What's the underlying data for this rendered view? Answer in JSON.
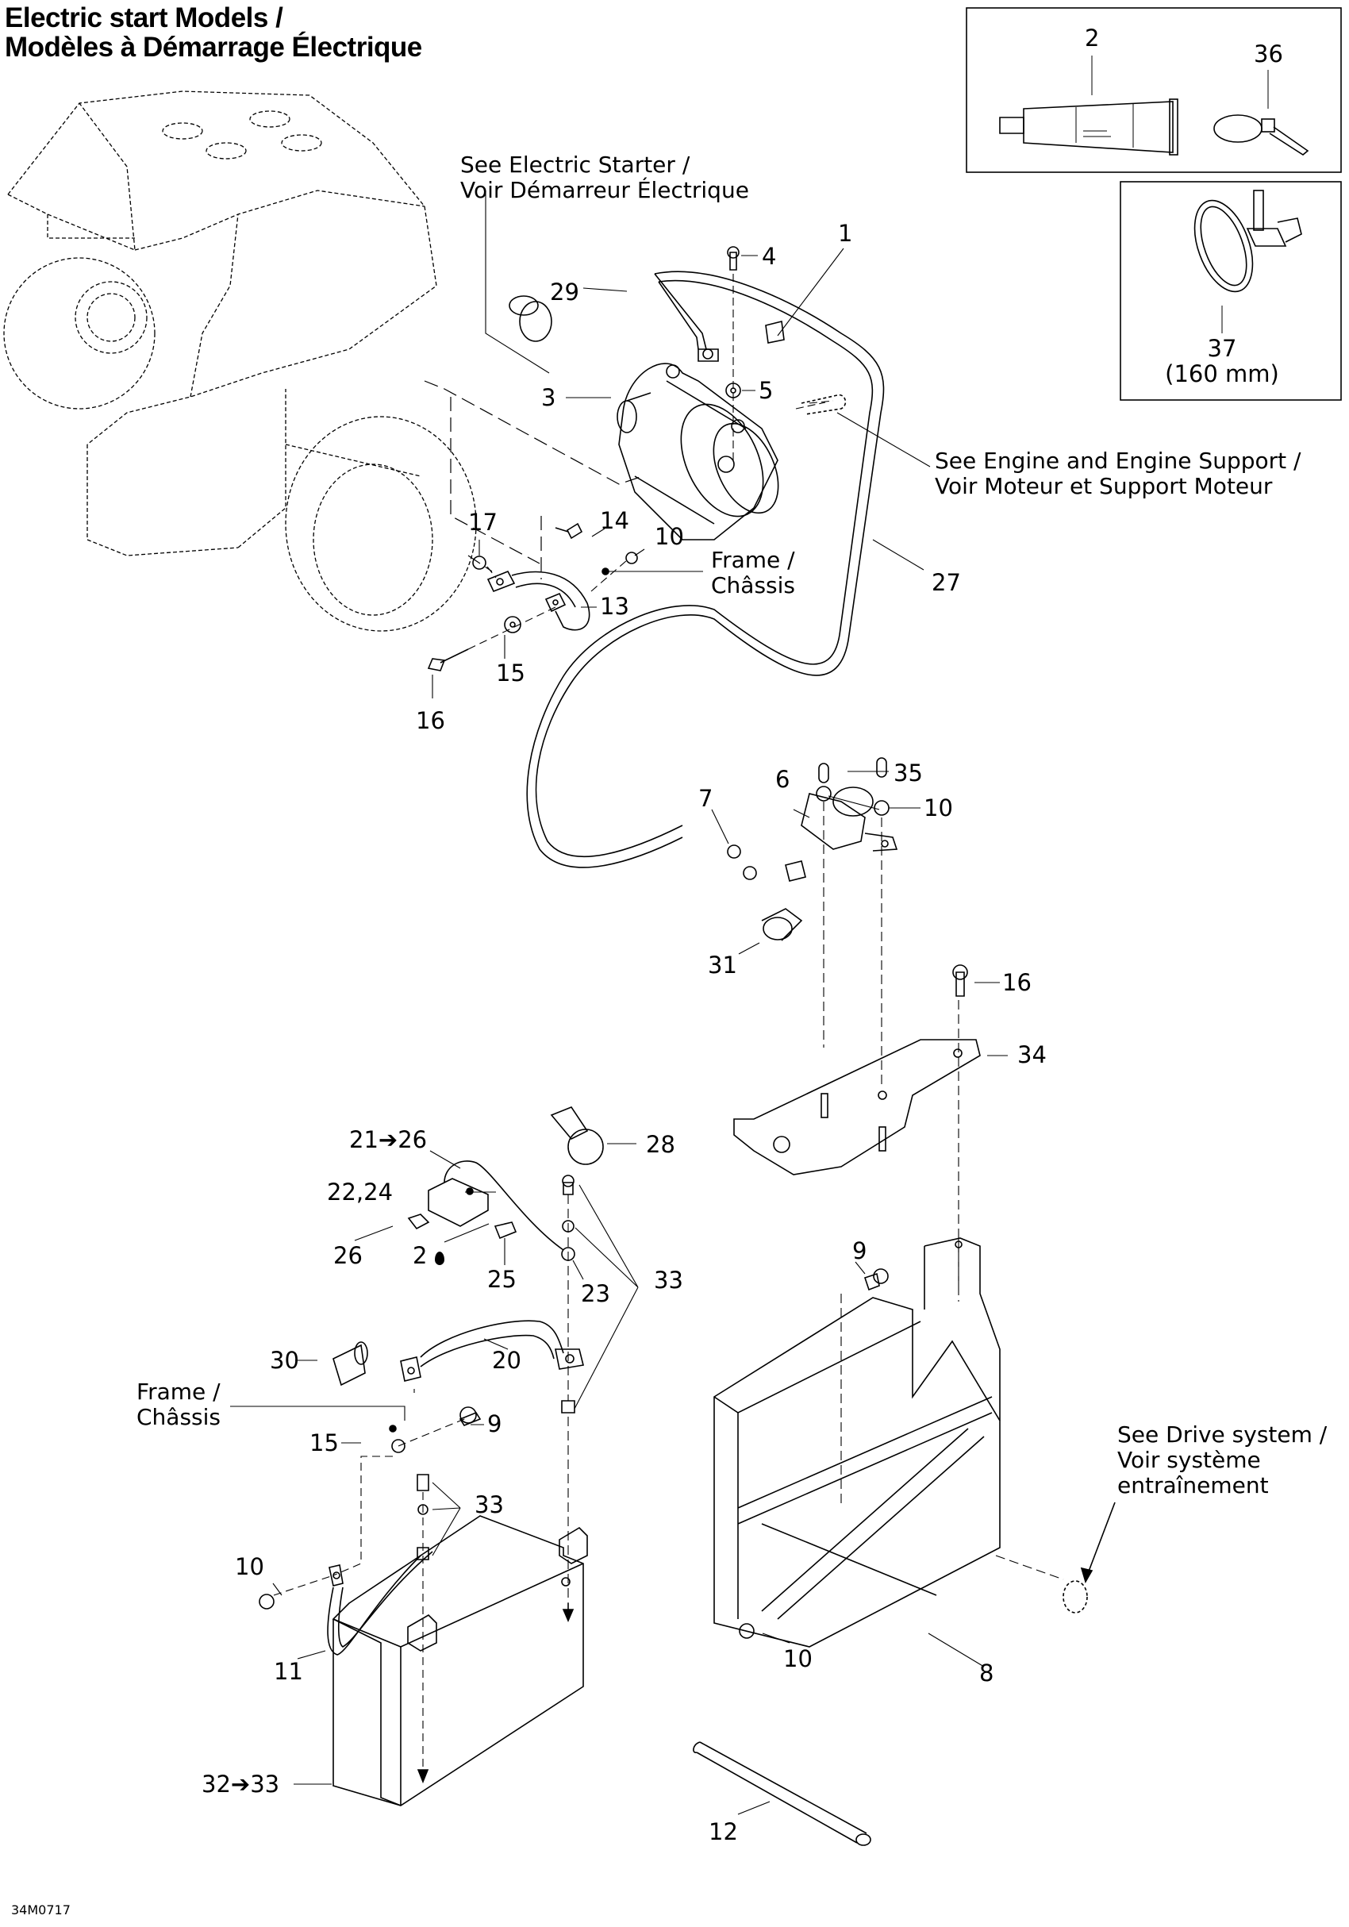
{
  "title": {
    "line1": "Electric start Models /",
    "line2": "Modèles à Démarrage Électrique"
  },
  "drawing_code": "34M0717",
  "references": {
    "electric_starter": {
      "line1": "See Electric Starter /",
      "line2": "Voir Démarreur Électrique"
    },
    "engine_support": {
      "line1": "See Engine and Engine Support /",
      "line2": "Voir Moteur et Support Moteur"
    },
    "frame_upper": {
      "line1": "Frame /",
      "line2": "Châssis"
    },
    "frame_lower": {
      "line1": "Frame /",
      "line2": "Châssis"
    },
    "drive_system": {
      "line1": "See Drive system /",
      "line2": "Voir système",
      "line3": "entraînement"
    }
  },
  "inset_boxes": {
    "box1": {
      "callouts": [
        "2",
        "36"
      ]
    },
    "box2": {
      "callout": "37",
      "size_note": "(160 mm)"
    }
  },
  "callouts": {
    "c1": "1",
    "c2_top": "2",
    "c3": "3",
    "c4": "4",
    "c5": "5",
    "c6": "6",
    "c7": "7",
    "c8": "8",
    "c9_upper": "9",
    "c9_lower": "9",
    "c10_a": "10",
    "c10_b": "10",
    "c10_c": "10",
    "c10_d": "10",
    "c11": "11",
    "c12": "12",
    "c13": "13",
    "c14": "14",
    "c15_a": "15",
    "c15_b": "15",
    "c16_a": "16",
    "c16_b": "16",
    "c17": "17",
    "c20": "20",
    "c21_26": "21➔26",
    "c22_24": "22,24",
    "c23": "23",
    "c25": "25",
    "c26": "26",
    "c2_drop": "2",
    "c27": "27",
    "c28": "28",
    "c29": "29",
    "c30": "30",
    "c31": "31",
    "c32_33": "32➔33",
    "c33_a": "33",
    "c33_b": "33",
    "c34": "34",
    "c35": "35",
    "c36": "36",
    "c37": "37"
  }
}
